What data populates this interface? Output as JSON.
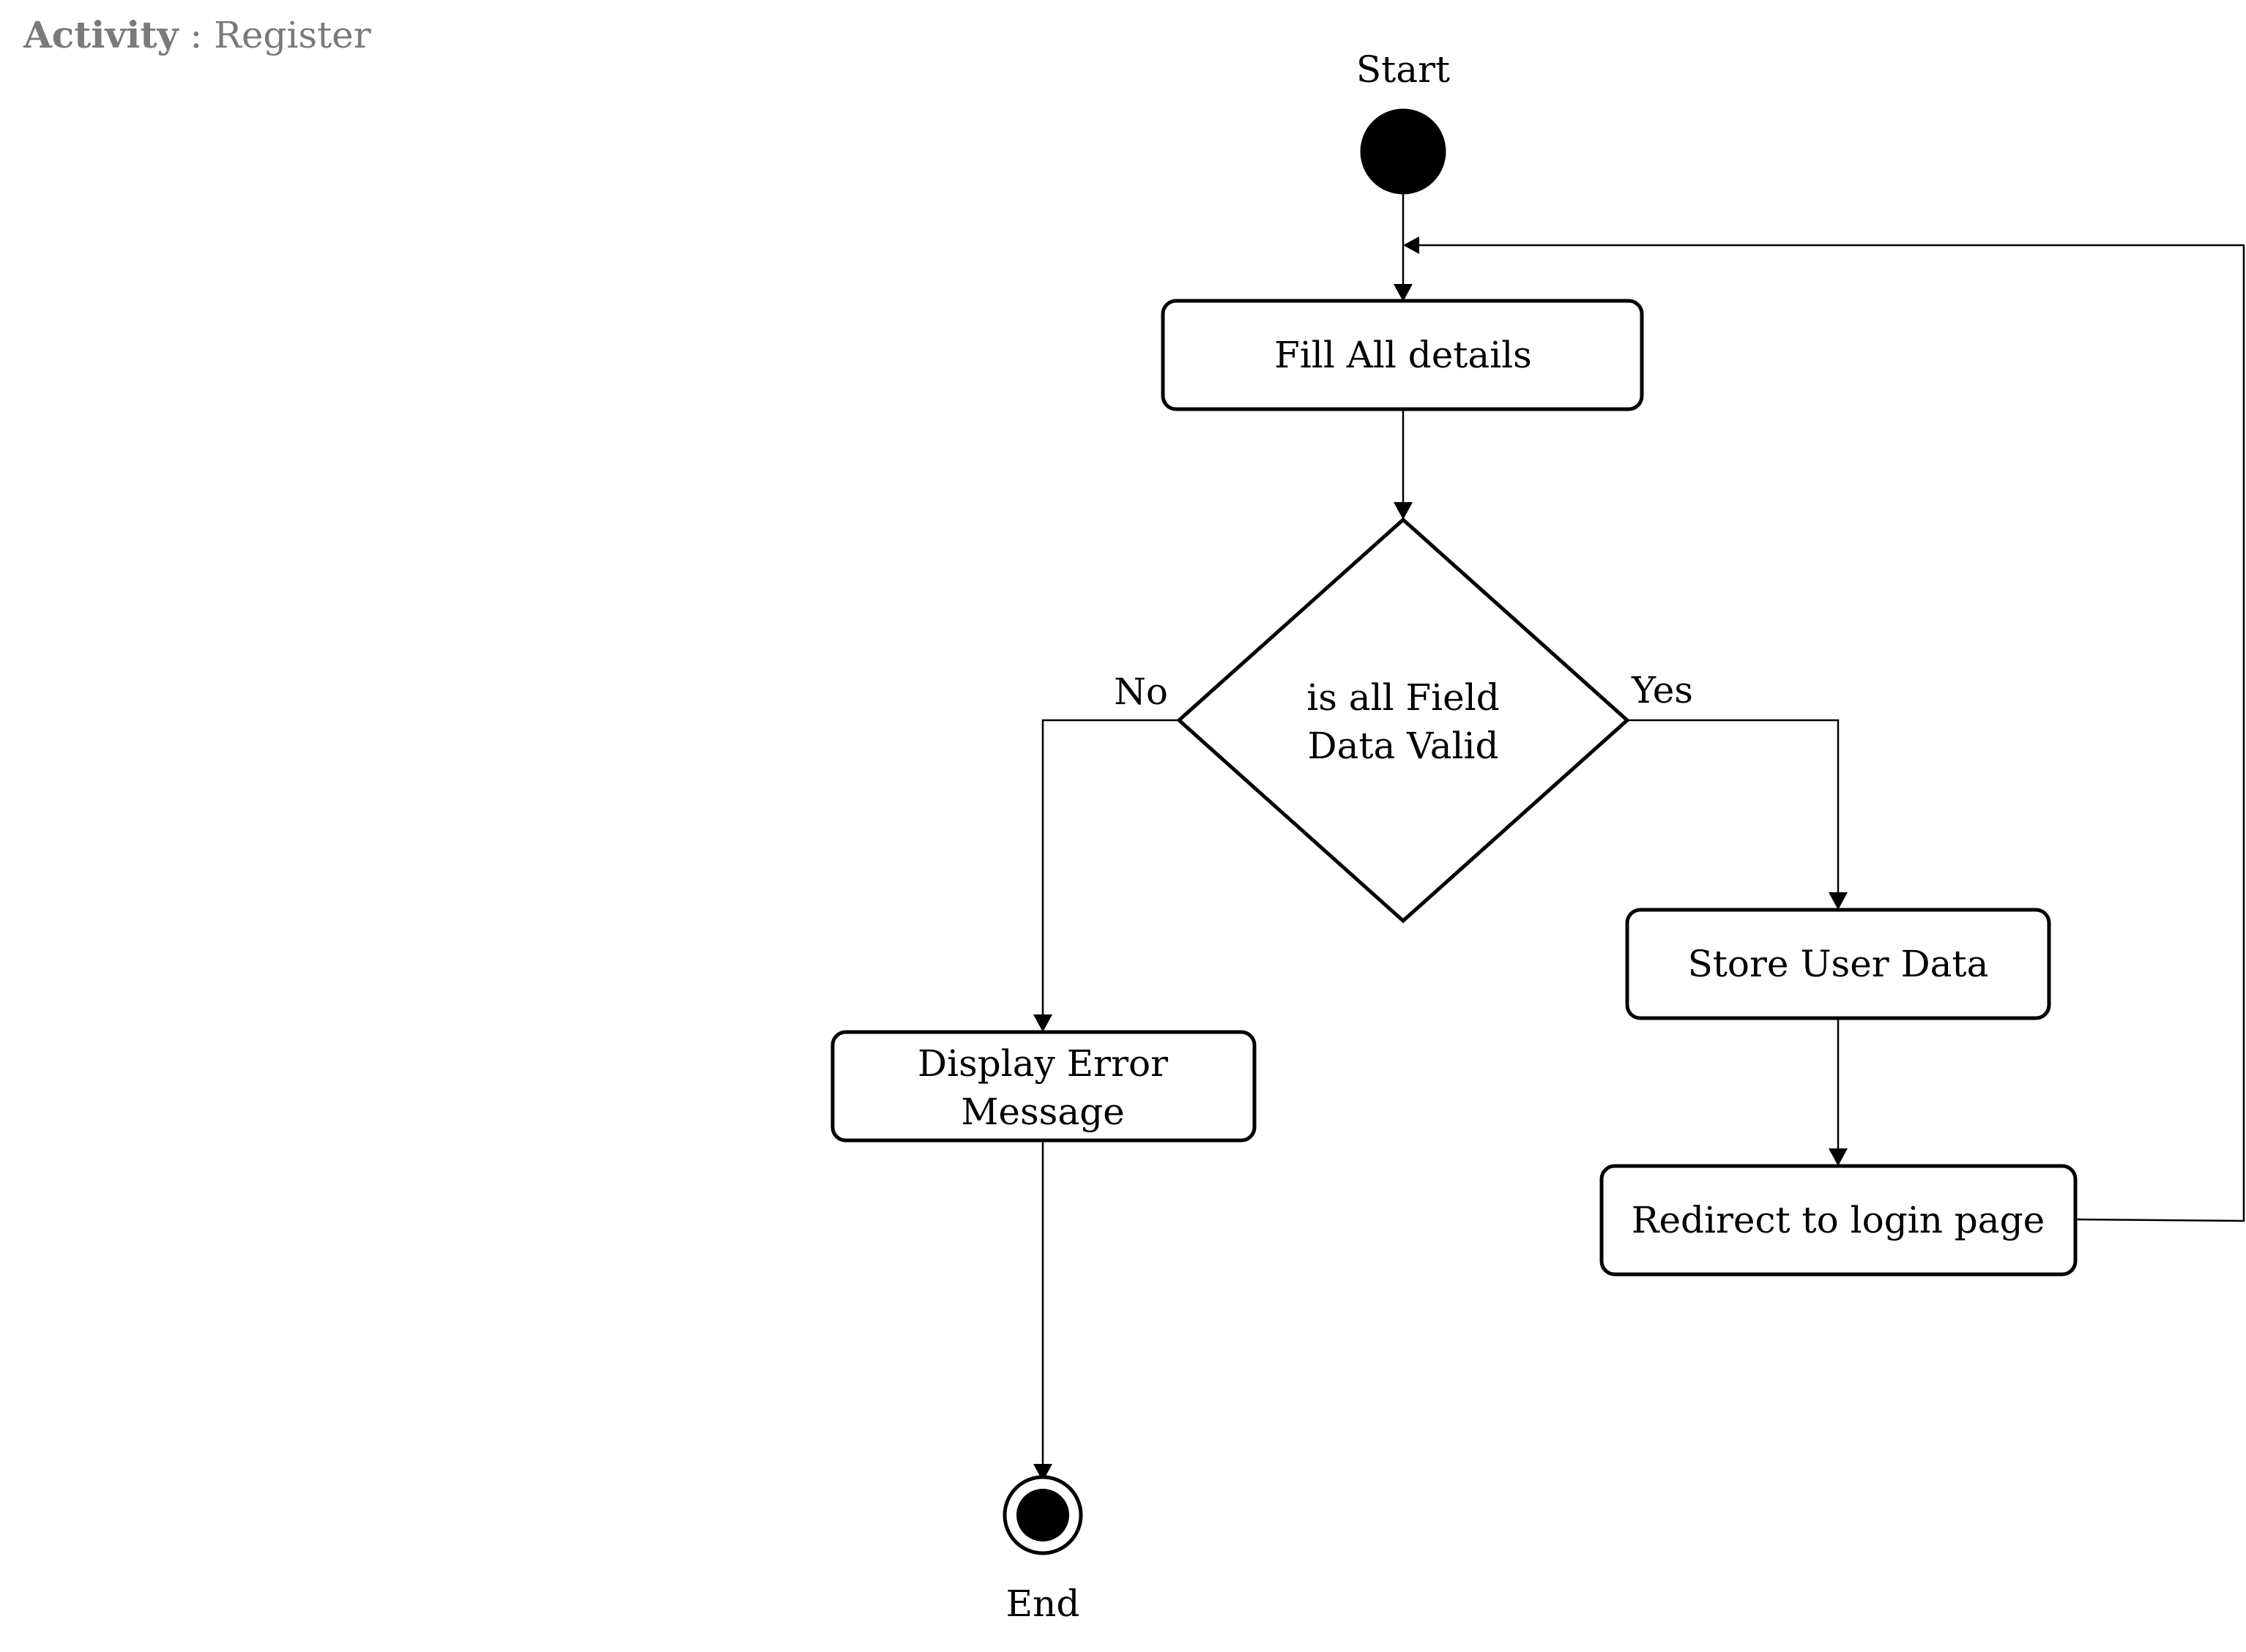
{
  "header": {
    "keyword": "Activity",
    "separator": " : ",
    "name": "Register"
  },
  "nodes": {
    "start": {
      "label": "Start"
    },
    "fill_details": {
      "label": "Fill All details"
    },
    "decision": {
      "line1": "is all Field",
      "line2": "Data Valid"
    },
    "display_error": {
      "line1": "Display Error",
      "line2": "Message"
    },
    "store_user": {
      "label": "Store User Data"
    },
    "redirect": {
      "label": "Redirect to login page"
    },
    "end": {
      "label": "End"
    }
  },
  "edges": {
    "no_label": "No",
    "yes_label": "Yes"
  },
  "colors": {
    "stroke": "#000000",
    "fill": "#ffffff",
    "header": "#7a7a7a"
  }
}
